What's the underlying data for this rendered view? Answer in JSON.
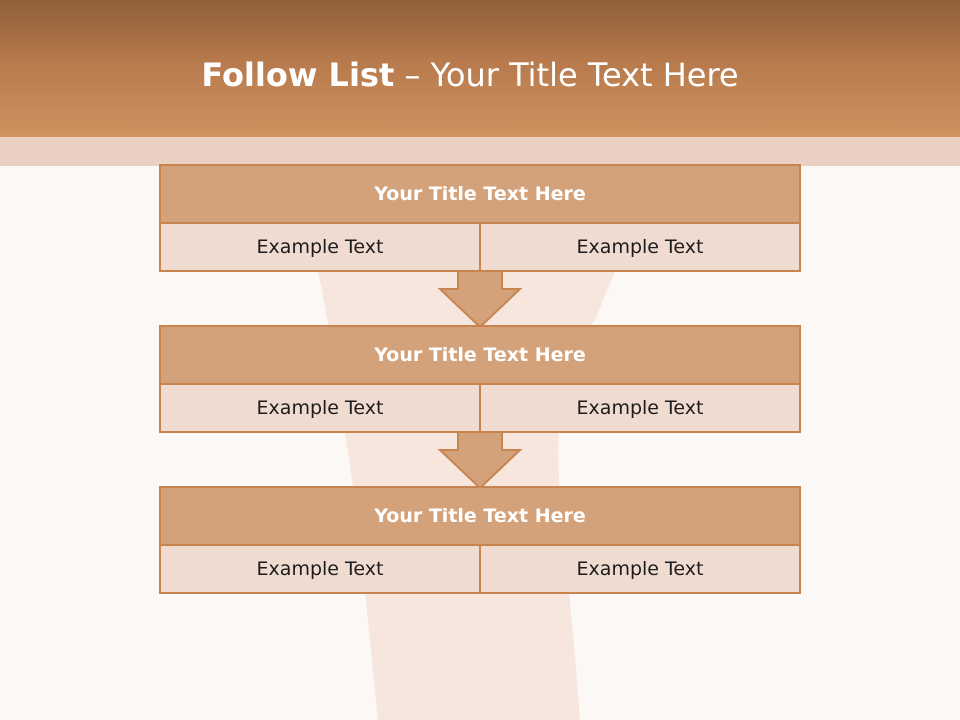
{
  "slide": {
    "title_bold": "Follow List",
    "title_dash": " – ",
    "title_rest": "Your Title Text Here"
  },
  "steps": [
    {
      "title": "Your Title Text Here",
      "left": "Example Text",
      "right": "Example Text"
    },
    {
      "title": "Your Title Text Here",
      "left": "Example Text",
      "right": "Example Text"
    },
    {
      "title": "Your Title Text Here",
      "left": "Example Text",
      "right": "Example Text"
    }
  ],
  "colors": {
    "header_top": "#8f5f3a",
    "header_bottom": "#d0925f",
    "box_fill": "#d4a27a",
    "box_border": "#c8844f",
    "cell_fill": "#efdbd0",
    "background": "#fcf8f6"
  }
}
